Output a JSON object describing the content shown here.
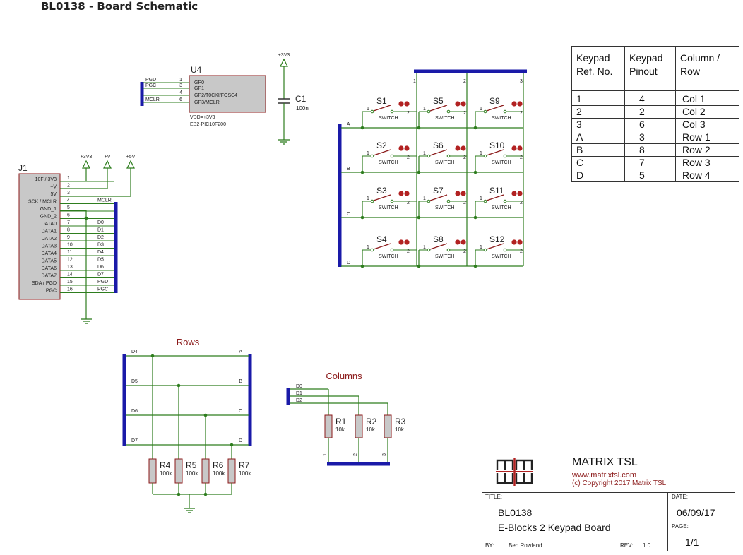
{
  "page": {
    "title": "BL0138 - Board Schematic"
  },
  "colors": {
    "wire": "#2e7d1e",
    "bus": "#1a1aa8",
    "body": "#c8c8c8",
    "outline": "#8b1a1a",
    "pin": "#8b1a1a",
    "switch_dot": "#b22222",
    "title_red": "#8b1a1a"
  },
  "u4": {
    "ref": "U4",
    "pin_nets": [
      "PGD",
      "PGC",
      "",
      "MCLR"
    ],
    "pin_numbers": [
      "1",
      "3",
      "4",
      "6"
    ],
    "pin_names": [
      "GP0",
      "GP1",
      "GP2/T0CKI/FOSC4",
      "GP3/MCLR"
    ],
    "vdd": "VDD=+3V3",
    "part": "EB2-PIC10F200"
  },
  "c1": {
    "ref": "C1",
    "value": "100n",
    "rail": "+3V3"
  },
  "j1": {
    "ref": "J1",
    "rails": [
      "+3V3",
      "+V",
      "+5V"
    ],
    "pins": [
      {
        "name": "10F / 3V3",
        "num": "1",
        "net": ""
      },
      {
        "name": "+V",
        "num": "2",
        "net": ""
      },
      {
        "name": "5V",
        "num": "3",
        "net": ""
      },
      {
        "name": "SCK / MCLR",
        "num": "4",
        "net": "MCLR"
      },
      {
        "name": "GND_1",
        "num": "5",
        "net": ""
      },
      {
        "name": "GND_2",
        "num": "6",
        "net": ""
      },
      {
        "name": "DATA0",
        "num": "7",
        "net": "D0"
      },
      {
        "name": "DATA1",
        "num": "8",
        "net": "D1"
      },
      {
        "name": "DATA2",
        "num": "9",
        "net": "D2"
      },
      {
        "name": "DATA3",
        "num": "10",
        "net": "D3"
      },
      {
        "name": "DATA4",
        "num": "11",
        "net": "D4"
      },
      {
        "name": "DATA5",
        "num": "12",
        "net": "D5"
      },
      {
        "name": "DATA6",
        "num": "13",
        "net": "D6"
      },
      {
        "name": "DATA7",
        "num": "14",
        "net": "D7"
      },
      {
        "name": "SDA / PGD",
        "num": "15",
        "net": "PGD"
      },
      {
        "name": "PGC",
        "num": "16",
        "net": "PGC"
      }
    ]
  },
  "matrix": {
    "switch_refs": [
      [
        "S1",
        "S5",
        "S9"
      ],
      [
        "S2",
        "S6",
        "S10"
      ],
      [
        "S3",
        "S7",
        "S11"
      ],
      [
        "S4",
        "S8",
        "S12"
      ]
    ],
    "switch_label": "SWITCH",
    "pin1": "1",
    "pin2": "2",
    "row_nets": [
      "A",
      "B",
      "C",
      "D"
    ],
    "col_nets": [
      "1",
      "2",
      "3"
    ]
  },
  "rows_block": {
    "title": "Rows",
    "left_nets": [
      "D4",
      "D5",
      "D6",
      "D7"
    ],
    "right_nets": [
      "A",
      "B",
      "C",
      "D"
    ],
    "resistors": [
      {
        "ref": "R4",
        "value": "100k"
      },
      {
        "ref": "R5",
        "value": "100k"
      },
      {
        "ref": "R6",
        "value": "100k"
      },
      {
        "ref": "R7",
        "value": "100k"
      }
    ]
  },
  "cols_block": {
    "title": "Columns",
    "nets": [
      "D0",
      "D1",
      "D2"
    ],
    "resistors": [
      {
        "ref": "R1",
        "value": "10k"
      },
      {
        "ref": "R2",
        "value": "10k"
      },
      {
        "ref": "R3",
        "value": "10k"
      }
    ],
    "bottom_nets": [
      "1",
      "2",
      "3"
    ]
  },
  "keypad_table": {
    "headers": [
      [
        "Keypad",
        "Ref. No."
      ],
      [
        "Keypad",
        "Pinout"
      ],
      [
        "Column /",
        "Row"
      ]
    ],
    "rows": [
      [
        "1",
        "4",
        "Col 1"
      ],
      [
        "2",
        "2",
        "Col 2"
      ],
      [
        "3",
        "6",
        "Col 3"
      ],
      [
        "A",
        "3",
        "Row 1"
      ],
      [
        "B",
        "8",
        "Row 2"
      ],
      [
        "C",
        "7",
        "Row 3"
      ],
      [
        "D",
        "5",
        "Row 4"
      ]
    ]
  },
  "title_block": {
    "company": "MATRIX TSL",
    "website": "www.matrixtsl.com",
    "copyright": "(c) Copyright 2017 Matrix TSL",
    "title_label": "TITLE:",
    "title_line1": "BL0138",
    "title_line2": "E-Blocks 2 Keypad Board",
    "date_label": "DATE:",
    "date": "06/09/17",
    "page_label": "PAGE:",
    "page": "1/1",
    "by_label": "BY:",
    "by": "Ben Rowland",
    "rev_label": "REV:",
    "rev": "1.0"
  }
}
